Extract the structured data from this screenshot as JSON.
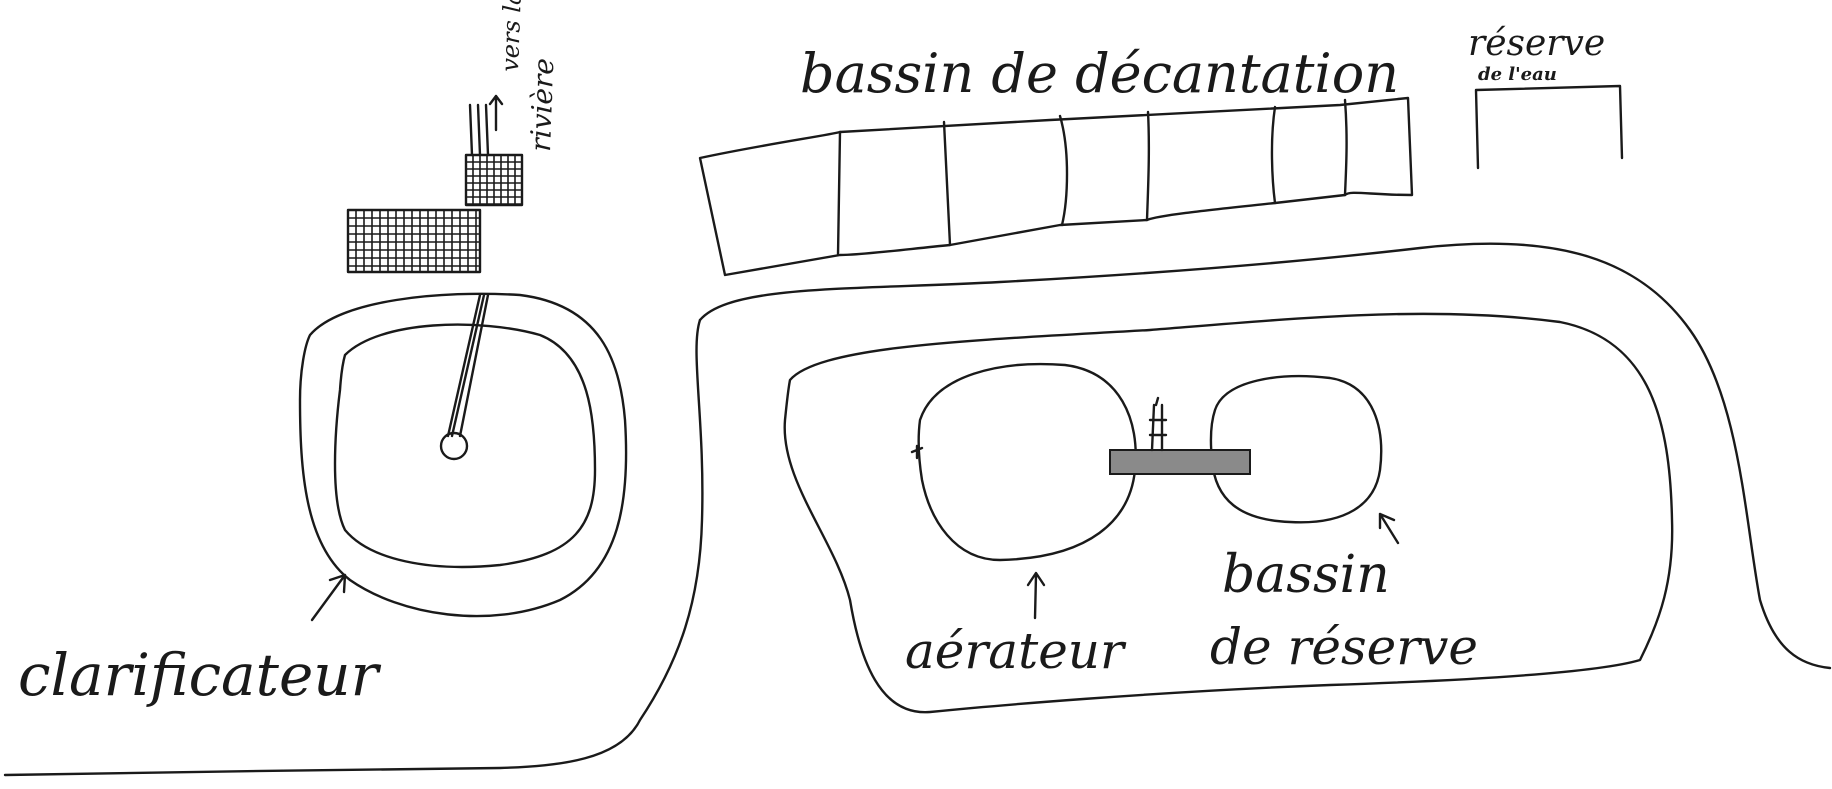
{
  "labels": {
    "clarificateur": "clarificateur",
    "bassin_decantation": "bassin de décantation",
    "reserve_eau_top": "réserve",
    "reserve_eau_bottom": "de l'eau",
    "riviere_top": "vers la",
    "riviere_bottom": "rivière",
    "aerateur": "aérateur",
    "bassin_reserve_top": "bassin",
    "bassin_reserve_bottom": "de réserve"
  }
}
